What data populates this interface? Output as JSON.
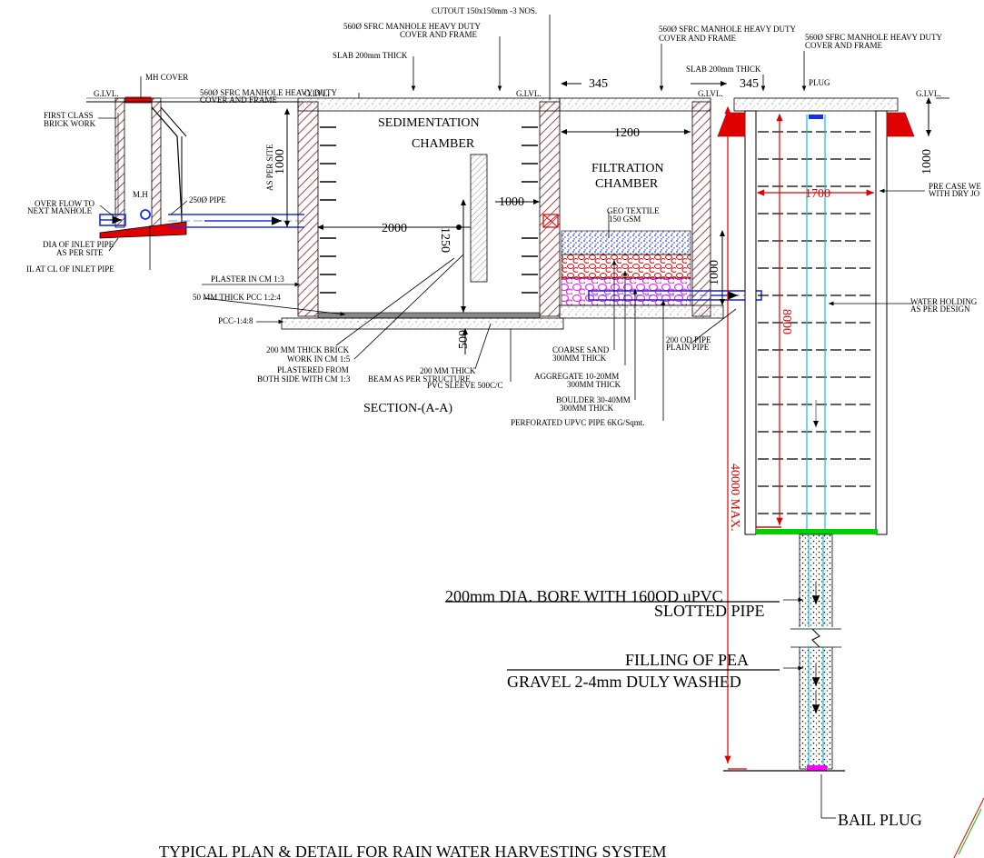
{
  "title": "TYPICAL PLAN & DETAIL FOR RAIN WATER HARVESTING SYSTEM",
  "section_label": "SECTION-(A-A)",
  "chambers": {
    "sedimentation_line1": "SEDIMENTATION",
    "sedimentation_line2": "CHAMBER",
    "filtration_line1": "FILTRATION",
    "filtration_line2": "CHAMBER",
    "manhole": "M.H"
  },
  "labels": {
    "cutout": "CUTOUT 150x150mm -3 NOS.",
    "mh_cover_frame_1a": "560Ø SFRC MANHOLE HEAVY DUTY",
    "mh_cover_frame_1b": "COVER AND FRAME",
    "mh_cover_frame_2a": "560Ø SFRC MANHOLE HEAVY DUTY",
    "mh_cover_frame_2b": "COVER AND FRAME",
    "mh_cover_frame_3a": "560Ø SFRC MANHOLE HEAVY DUTY",
    "mh_cover_frame_3b": "COVER AND FRAME",
    "mh_cover_frame_4a": "560Ø SFRC MANHOLE HEAVY DUTY",
    "mh_cover_frame_4b": "COVER AND FRAME",
    "slab_1": "SLAB 200mm THICK",
    "slab_2": "SLAB 200mm THICK",
    "mh_cover": "MH COVER",
    "glvl": "G.LVL.",
    "glvl_2": "G.LVL.",
    "glvl_3": "G.LVL.",
    "glvl_4": "G.LVL.",
    "glvl_5": "G.LVL.",
    "first_class_1": "FIRST CLASS",
    "first_class_2": "BRICK WORK",
    "pipe_250": "250Ø PIPE",
    "overflow_1": "OVER FLOW TO",
    "overflow_2": "NEXT MANHOLE",
    "dia_inlet_1": "DIA OF INLET PIPE",
    "dia_inlet_2": "AS PER SITE",
    "il_inlet": "IL AT CL OF INLET PIPE",
    "as_per_site": "AS PER SITE",
    "plaster": "PLASTER IN CM 1:3",
    "pcc_50": "50 MM THICK PCC 1:2:4",
    "pcc_148": "PCC-1:4:8",
    "brick_1": "200 MM THICK BRICK",
    "brick_2": "WORK IN CM 1:5",
    "brick_3": "PLASTERED FROM",
    "brick_4": "BOTH SIDE WITH CM 1:3",
    "beam": "BEAM AS PER STRUCTURE",
    "pvc_1": "200 MM THICK",
    "pvc_2": "PVC SLEEVE 500C/C",
    "geo_1": "GEO TEXTILE",
    "geo_2": "150 GSM",
    "coarse_1": "COARSE SAND",
    "coarse_2": "300MM THICK",
    "agg_1": "AGGREGATE 10-20MM",
    "agg_2": "300MM THICK",
    "boulder_1": "BOULDER 30-40MM",
    "boulder_2": "300MM THICK",
    "perforated": "PERFORATED UPVC PIPE 6KG/Sqmt.",
    "od_pipe_1": "200 OD PIPE",
    "od_pipe_2": "PLAIN PIPE",
    "plug": "PLUG",
    "precast_1": "PRE CASE WE",
    "precast_2": "WITH DRY JO",
    "water_1": "WATER HOLDING",
    "water_2": "AS PER DESIGN",
    "bore_1": "200mm DIA. BORE WITH 160OD uPVC",
    "bore_2": "SLOTTED PIPE",
    "filling_1": "FILLING OF PEA",
    "filling_2": "GRAVEL 2-4mm DULY WASHED",
    "bail_plug": "BAIL PLUG"
  },
  "dimensions": {
    "d345a": "345",
    "d345b": "345",
    "d1200": "1200",
    "d1000_left": "1000",
    "d1000_mid": "1000",
    "d1000_filter": "1000",
    "d1000_right": "1000",
    "d2000": "2000",
    "d1250": "1250",
    "d500": "500",
    "d1700": "1700",
    "d8000": "8000",
    "d40000": "40000 MAX."
  },
  "colors": {
    "brick_hatch": "#8b1a1a",
    "pipe_blue": "#1a2ee8",
    "red_dim": "#e00000",
    "green_base": "#00d000",
    "magenta": "#ff00ff",
    "cyan": "#00c8e0"
  }
}
